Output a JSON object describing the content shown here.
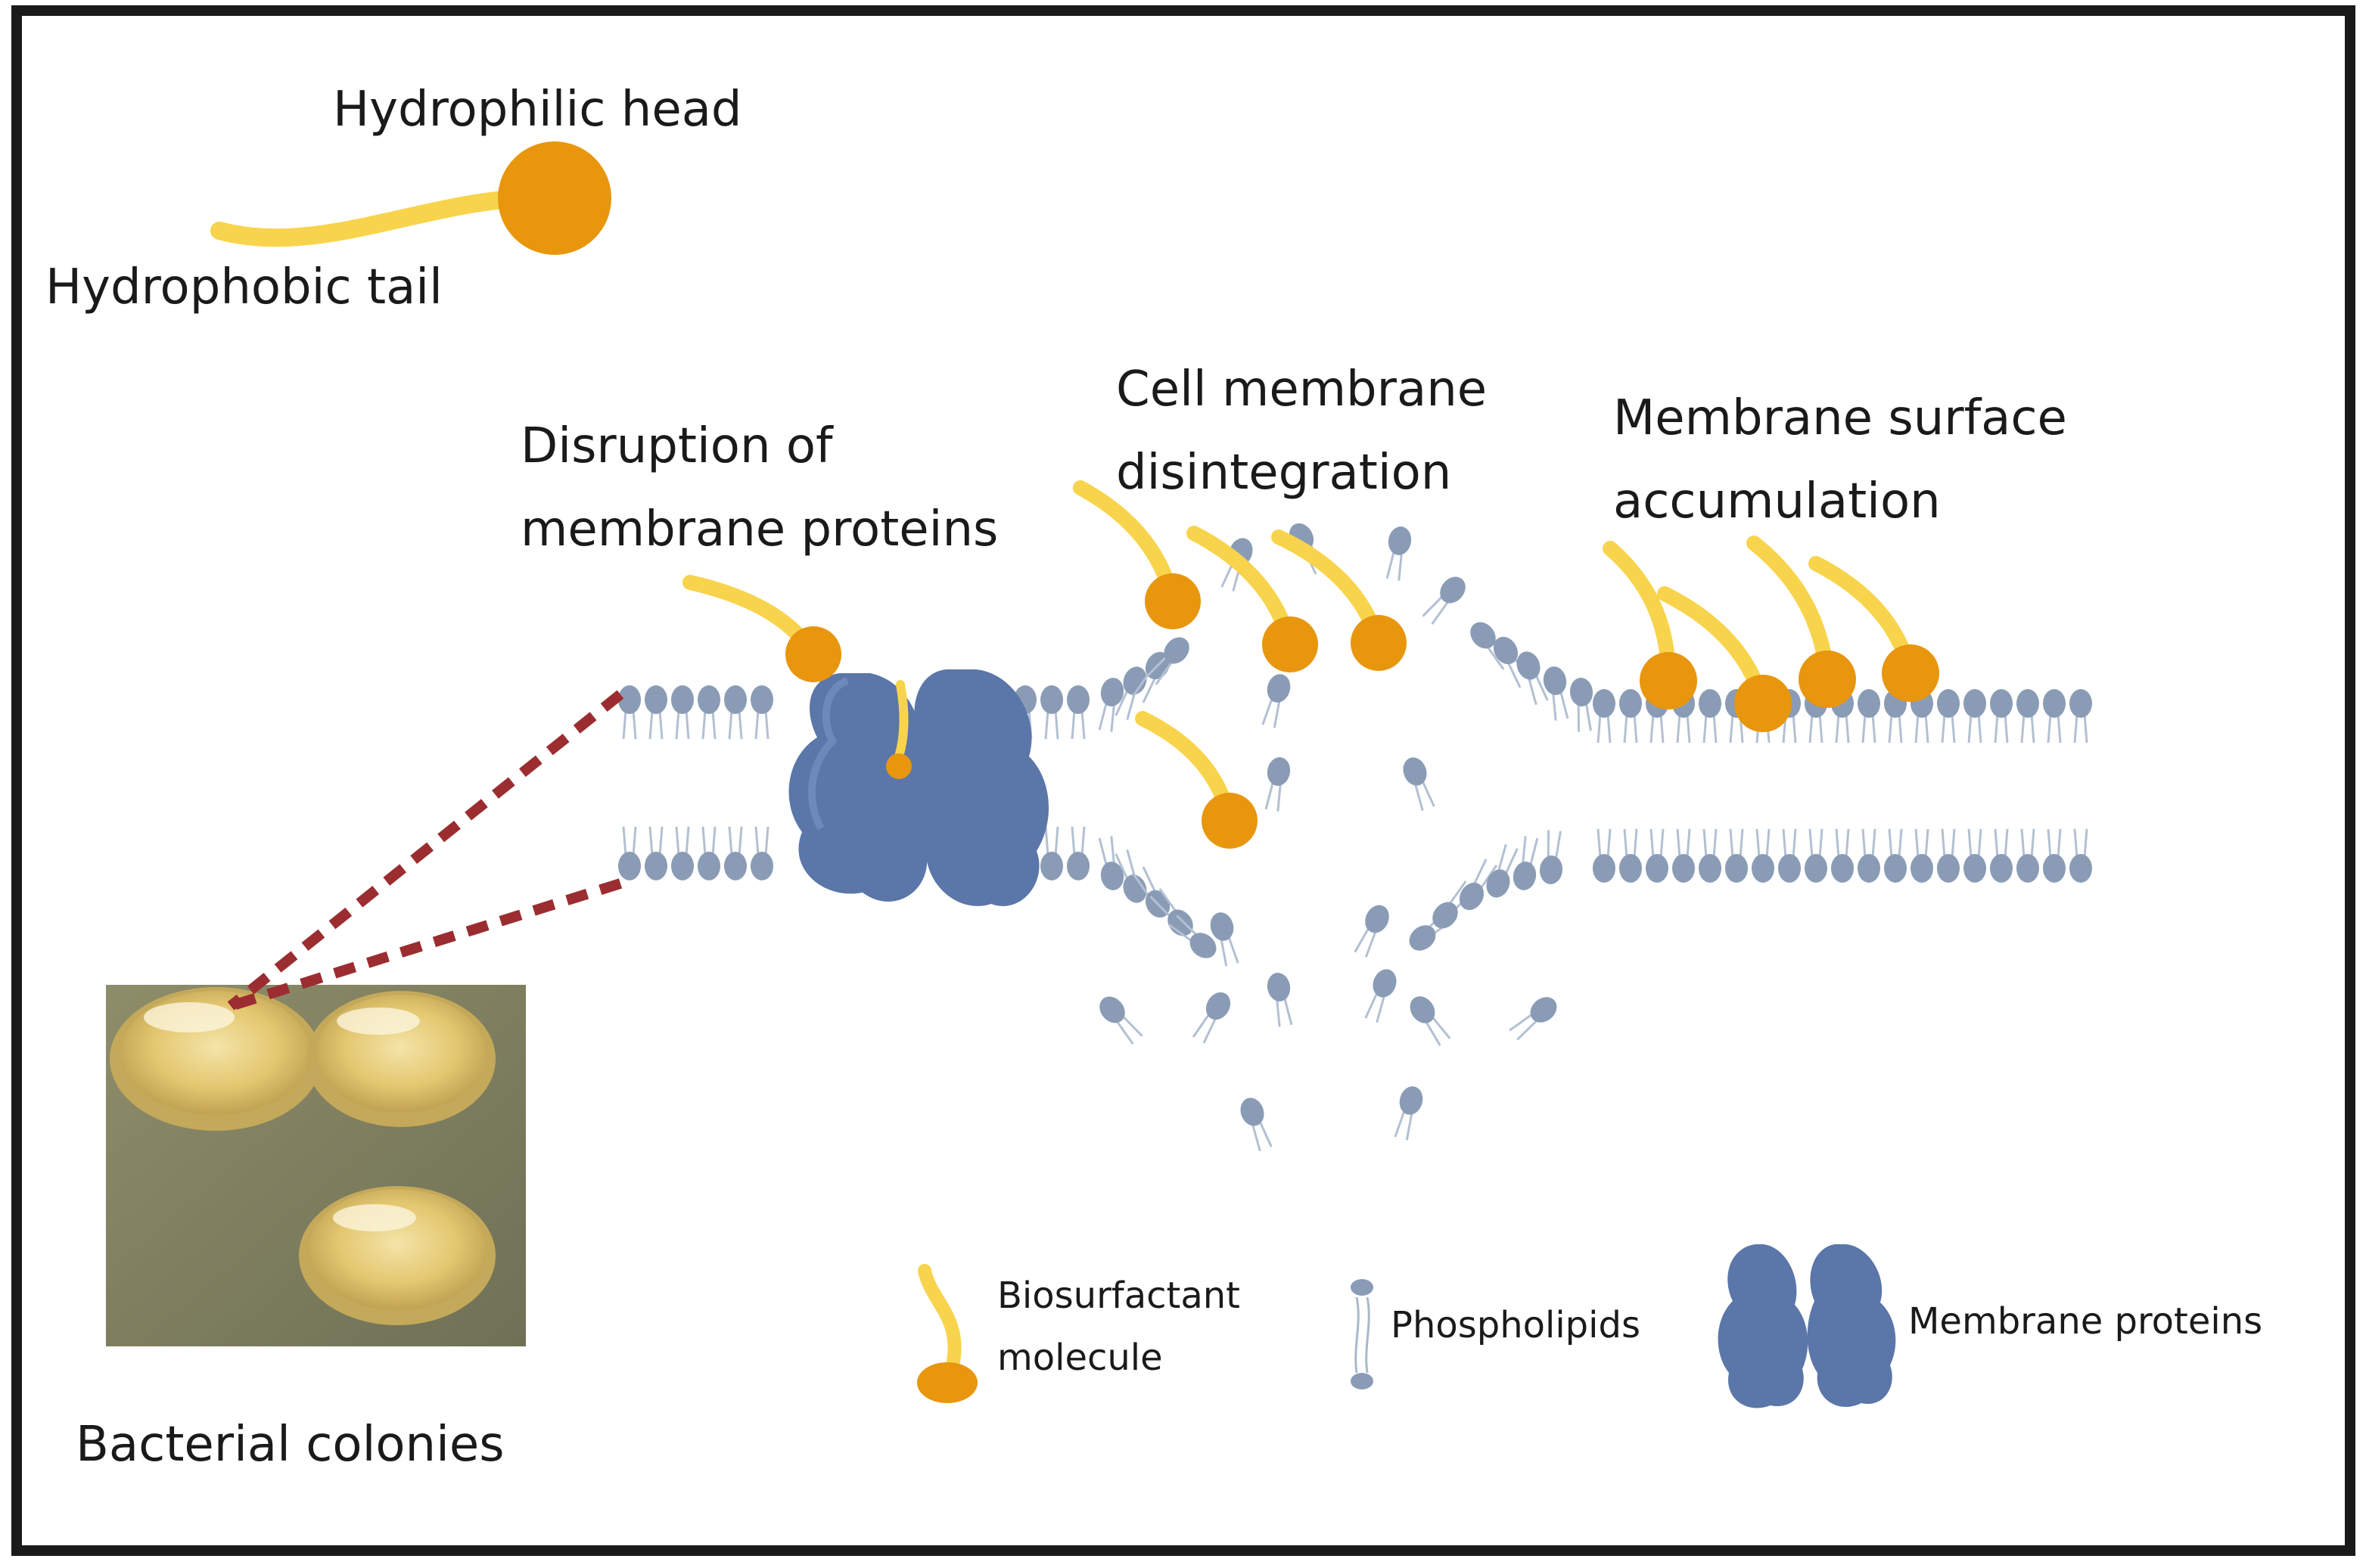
{
  "labels": {
    "hydrophilic_head": "Hydrophilic head",
    "hydrophobic_tail": "Hydrophobic tail",
    "disruption": [
      "Disruption of",
      "membrane proteins"
    ],
    "disintegration": [
      "Cell membrane",
      "disintegration"
    ],
    "accumulation": [
      "Membrane surface",
      "accumulation"
    ],
    "colonies": "Bacterial colonies"
  },
  "legend": {
    "biosurfactant": [
      "Biosurfactant",
      "molecule"
    ],
    "phospholipids": "Phospholipids",
    "proteins": "Membrane proteins"
  },
  "icons": [
    "biosurfactant-molecule-icon",
    "phospholipid-icon",
    "membrane-protein-icon",
    "bacterial-colonies-photo"
  ],
  "colors": {
    "head": "#e8960e",
    "tail": "#f8d44c",
    "lipid": "#8a9cb5",
    "protein": "#5b76a8",
    "zoom_line": "#9b2d30",
    "frame": "#1a1a1a"
  }
}
